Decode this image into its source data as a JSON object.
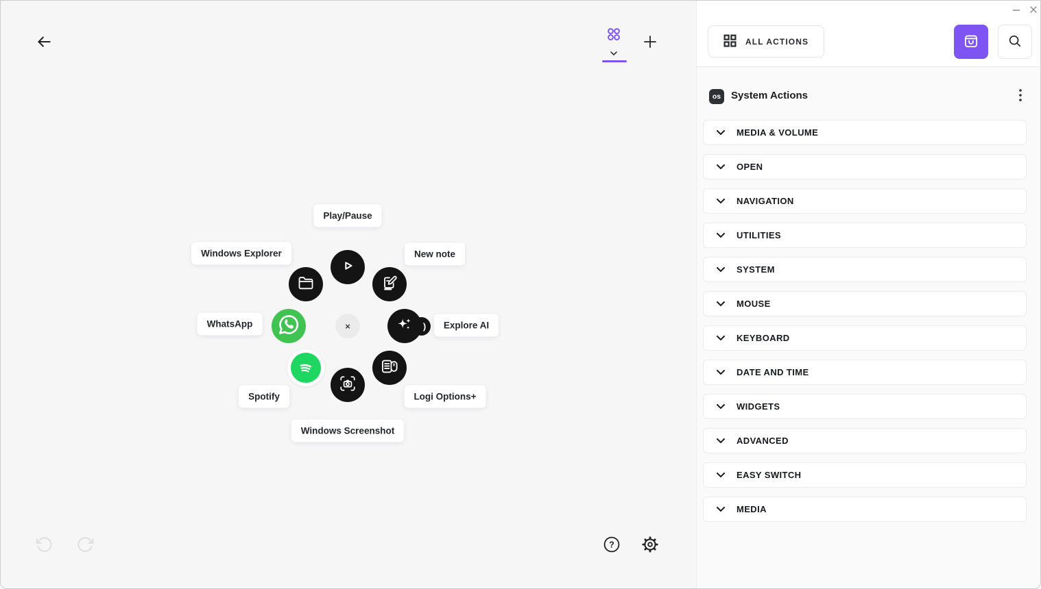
{
  "colors": {
    "accent_purple": "#7e55f2",
    "whatsapp_green": "#40c351",
    "spotify_green": "#1ed760",
    "action_circle_black": "#141414"
  },
  "window_controls": {
    "minimize_icon": "minimize",
    "close_icon": "close"
  },
  "canvas": {
    "back_icon": "arrow-left",
    "tabs": {
      "active_tab_icon": "grid-rings",
      "add_tab_icon": "plus"
    },
    "ring": {
      "center_clear_icon": "×",
      "actions": [
        {
          "label": "Play/Pause",
          "icon": "play-icon"
        },
        {
          "label": "Windows Explorer",
          "icon": "folder-icon"
        },
        {
          "label": "New note",
          "icon": "note-edit-icon"
        },
        {
          "label": "WhatsApp",
          "icon": "whatsapp-icon"
        },
        {
          "label": "Explore AI",
          "icon": "sparkles-icon"
        },
        {
          "label": "Spotify",
          "icon": "spotify-icon"
        },
        {
          "label": "Logi Options+",
          "icon": "logi-options-icon"
        },
        {
          "label": "Windows Screenshot",
          "icon": "screenshot-icon"
        }
      ]
    },
    "footer": {
      "undo_icon": "undo",
      "redo_icon": "redo",
      "help_icon": "help",
      "settings_icon": "gear"
    }
  },
  "panel": {
    "toolbar": {
      "all_actions_label": "ALL ACTIONS",
      "marketplace_icon": "bag",
      "search_icon": "magnifier"
    },
    "header": {
      "badge_label": "os",
      "title": "System Actions",
      "menu_icon": "kebab"
    },
    "categories": [
      {
        "label": "MEDIA & VOLUME"
      },
      {
        "label": "OPEN"
      },
      {
        "label": "NAVIGATION"
      },
      {
        "label": "UTILITIES"
      },
      {
        "label": "SYSTEM"
      },
      {
        "label": "MOUSE"
      },
      {
        "label": "KEYBOARD"
      },
      {
        "label": "DATE AND TIME"
      },
      {
        "label": "WIDGETS"
      },
      {
        "label": "ADVANCED"
      },
      {
        "label": "EASY SWITCH"
      },
      {
        "label": "MEDIA"
      }
    ]
  }
}
